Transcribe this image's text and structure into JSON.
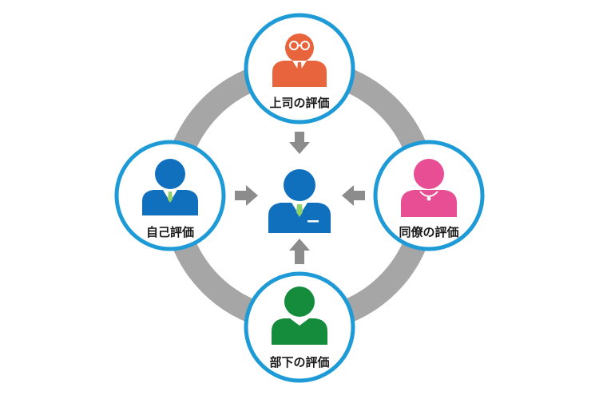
{
  "diagram": {
    "nodes": {
      "top": {
        "label": "上司の評価",
        "figure_color": "#e8643c",
        "figure_type": "boss-with-glasses"
      },
      "left": {
        "label": "自己評価",
        "figure_color": "#1070bd",
        "figure_type": "man-with-tie"
      },
      "right": {
        "label": "同僚の評価",
        "figure_color": "#e74e93",
        "figure_type": "woman-with-necklace"
      },
      "bottom": {
        "label": "部下の評価",
        "figure_color": "#148c3c",
        "figure_type": "man-plain"
      }
    },
    "center": {
      "figure_color": "#1070bd",
      "figure_type": "man-with-tie"
    }
  },
  "colors": {
    "ring": "#a6a6a6",
    "circle_border": "#1e9ad6",
    "arrow": "#8c8c8c",
    "label_text": "#1a1a1a"
  }
}
